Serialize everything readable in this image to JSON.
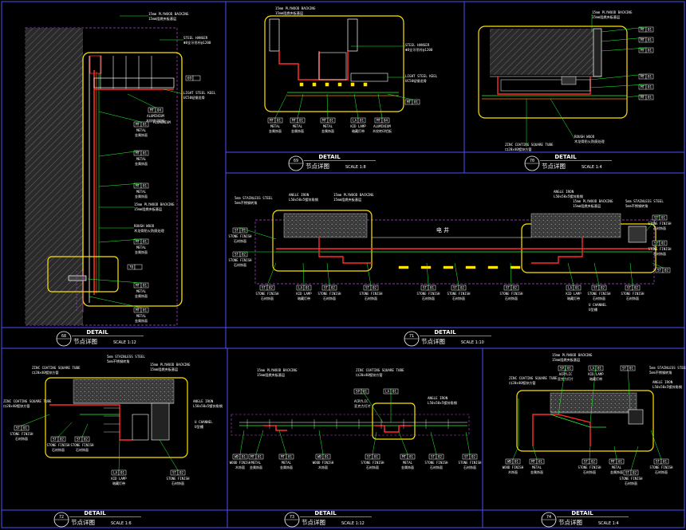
{
  "colors": {
    "background": "#000000",
    "frame": "#4b50ff",
    "detail_box": "#ffe200",
    "tag": "#00c8ff",
    "leader": "#22ff33",
    "metal_fill": "#ff2a2a",
    "dash_boundary": "#b34ad9",
    "hatch": "#9a9a9a",
    "text": "#ffffff"
  },
  "panels": [
    {
      "id": "68",
      "title_en": "DETAIL",
      "title_cn": "节点详图",
      "scale": "SCALE 1:12"
    },
    {
      "id": "69",
      "title_en": "DETAIL",
      "title_cn": "节点详图",
      "scale": "SCALE 1:8"
    },
    {
      "id": "70",
      "title_en": "DETAIL",
      "title_cn": "节点详图",
      "scale": "SCALE 1:4"
    },
    {
      "id": "71",
      "title_en": "DETAIL",
      "title_cn": "节点详图",
      "scale": "SCALE 1:10"
    },
    {
      "id": "72",
      "title_en": "DETAIL",
      "title_cn": "节点详图",
      "scale": "SCALE 1:6"
    },
    {
      "id": "73",
      "title_en": "DETAIL",
      "title_cn": "节点详图",
      "scale": "SCALE 1:12"
    },
    {
      "id": "74",
      "title_en": "DETAIL",
      "title_cn": "节点详图",
      "scale": "SCALE 1:4"
    }
  ],
  "callouts": {
    "plywood_backing": {
      "en": "15mm PLYWOOD BACKING",
      "cn": "15mm阻燃夹板基层"
    },
    "steel_hanger": {
      "en": "STEEL HANGER",
      "cn": "Φ8全牙吊杆@1200"
    },
    "light_steel_keel": {
      "en": "LIGHT STEEL KEEL",
      "cn": "UC50轻钢龙骨"
    },
    "aluminium": {
      "en": "ALUMINIUM",
      "cn": "木纹转印铝板"
    },
    "rough_wood": {
      "en": "ROUGH WOOD",
      "cn": "木龙骨防火防腐处理"
    },
    "zinc_tube": {
      "en": "ZINC COATING SQUARE TUBE",
      "cn": "口20x40镀锌方管"
    },
    "stainless_steel": {
      "en": "5mm STAINLESS STEEL",
      "cn": "5mm不锈钢转角"
    },
    "angle_iron": {
      "en": "ANGLE IRON",
      "cn": "L50x50x5镀锌角钢"
    },
    "u_channel": {
      "en": "U CHANNEL",
      "cn": "U型槽"
    },
    "acrylic": {
      "en": "ACRYLIC",
      "cn": "亚克力灯片"
    },
    "dian_jing": "电 井"
  },
  "tags": {
    "mt01": {
      "code": "MT",
      "num": "01",
      "en": "METAL",
      "cn": "金属饰面"
    },
    "mt04": {
      "code": "MT",
      "num": "04",
      "en": "ALUMINIUM",
      "cn": "木纹转印铝板"
    },
    "st01": {
      "code": "ST",
      "num": "01",
      "en": "STONE FINISH",
      "cn": "石材饰面"
    },
    "st02": {
      "code": "ST",
      "num": "02",
      "en": "STONE FINISH",
      "cn": "石材饰面"
    },
    "la01": {
      "code": "LA",
      "num": "01",
      "en": "KID LAMP",
      "cn": "暗藏灯带"
    },
    "sp01": {
      "code": "SP",
      "num": "01",
      "en": "ACRYLIC",
      "cn": "亚克力灯片"
    },
    "wd01": {
      "code": "WD",
      "num": "01",
      "en": "WOOD FINISH",
      "cn": "木饰面"
    },
    "hint_68": {
      "code": "69",
      "num": "",
      "en": "",
      "cn": ""
    },
    "hint_70": {
      "code": "70",
      "num": "",
      "en": "",
      "cn": ""
    }
  }
}
